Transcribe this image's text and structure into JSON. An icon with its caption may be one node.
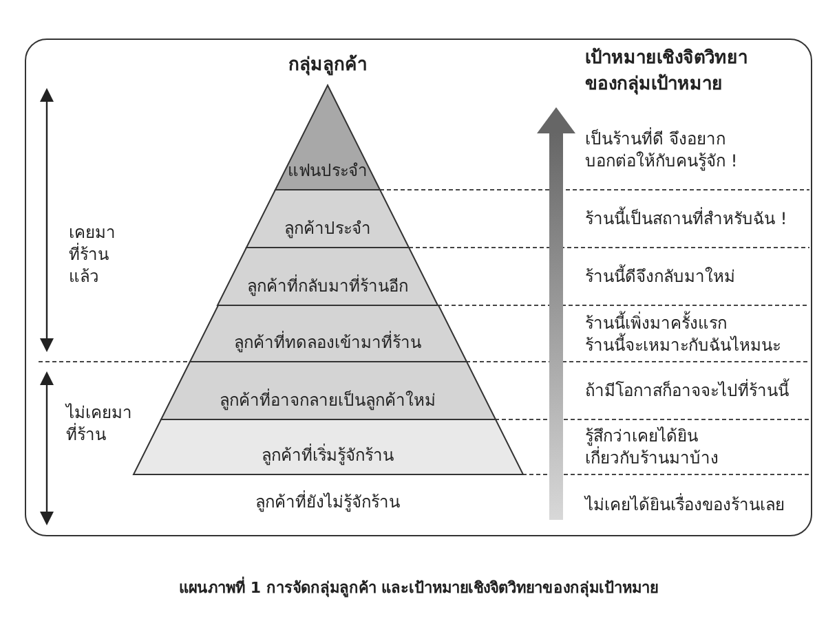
{
  "diagram": {
    "caption": "แผนภาพที่ 1 การจัดกลุ่มลูกค้า และเป้าหมายเชิงจิตวิทยาของกลุ่มเป้าหมาย",
    "nodes": [
      {
        "text": [
          "แฟนประจำ"
        ]
      },
      {
        "text": [
          "ลูกค้าประจำ"
        ]
      },
      {
        "text": [
          "ลูกค้าที่กลับมาที่ร้านอีก"
        ]
      },
      {
        "text": [
          "ลูกค้าที่ทดลองเข้ามาที่ร้าน"
        ]
      },
      {
        "text": [
          "ลูกค้าที่อาจกลายเป็นลูกค้าใหม่"
        ]
      },
      {
        "text": [
          "ลูกค้าที่เริ่มรู้จักร้าน"
        ]
      }
    ],
    "labels": [
      "กลุ่มลูกค้า",
      "เป้าหมายเชิงจิตวิทยาของกลุ่มเป้าหมาย",
      "เป็นร้านที่ดี จึงอยากบอกต่อให้กับคนรู้จัก !",
      "ร้านนี้เป็นสถานที่สำหรับฉัน !",
      "ร้านนี้ดีจึงกลับมาใหม่",
      "ร้านนี้เพิ่งมาครั้งแรก ร้านนี้จะเหมาะกับฉันไหมนะ",
      "ถ้ามีโอกาสก็อาจจะไปที่ร้านนี้",
      "รู้สึกว่าเคยได้ยินเกี่ยวกับร้านมาบ้าง",
      "ไม่เคยได้ยินเรื่องของร้านเลย",
      "เคยมาที่ร้านแล้ว",
      "ไม่เคยมาที่ร้าน",
      "ลูกค้าที่ยังไม่รู้จักร้าน"
    ]
  }
}
